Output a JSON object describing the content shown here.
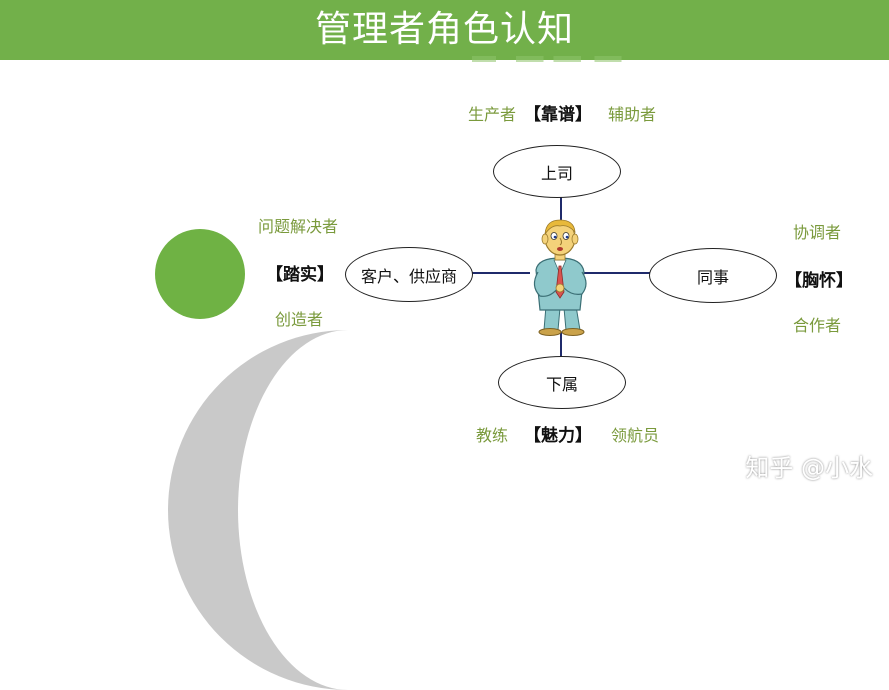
{
  "header": {
    "title": "管理者角色认知"
  },
  "nodes": {
    "top": "上司",
    "left": "客户、供应商",
    "right": "同事",
    "bottom": "下属"
  },
  "top_group": {
    "left": "生产者",
    "trait": "【靠谱】",
    "right": "辅助者"
  },
  "left_group": {
    "above": "问题解决者",
    "trait": "【踏实】",
    "below": "创造者"
  },
  "right_group": {
    "above": "协调者",
    "trait": "【胸怀】",
    "below": "合作者"
  },
  "bottom_group": {
    "left": "教练",
    "trait": "【魅力】",
    "right": "领航员"
  },
  "watermark": "知乎 @小水",
  "colors": {
    "header_bg": "#72b04a",
    "accent_green": "#6fb244",
    "role_text": "#7a9a3c",
    "arc_gray": "#c9c9c9",
    "connector": "#1f2a6b"
  },
  "icons": {
    "person": "businessman-figure"
  }
}
